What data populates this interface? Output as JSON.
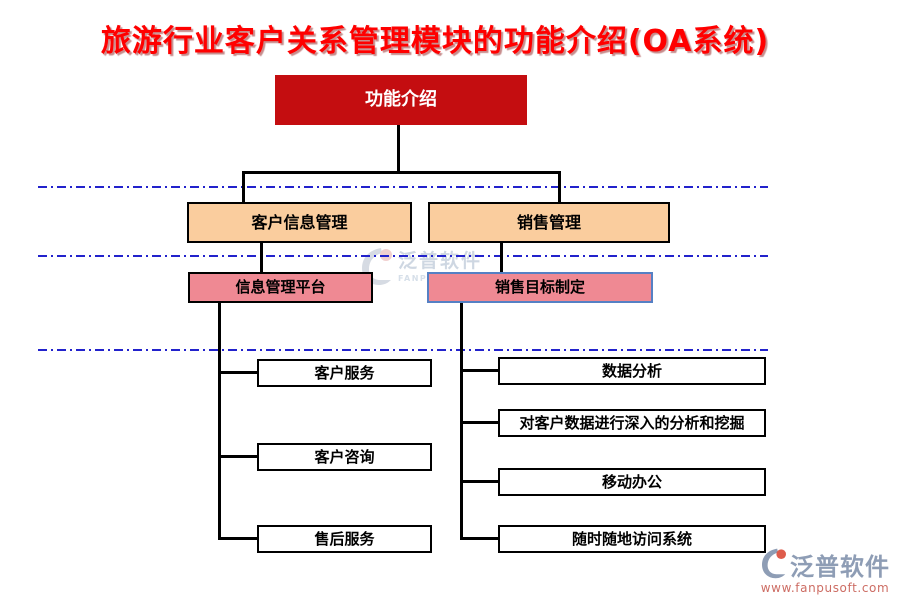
{
  "title": "旅游行业客户关系管理模块的功能介绍(OA系统)",
  "tree": {
    "root": {
      "label": "功能介绍"
    },
    "branches": [
      {
        "label": "客户信息管理",
        "platform": "信息管理平台",
        "children": [
          "客户服务",
          "客户咨询",
          "售后服务"
        ]
      },
      {
        "label": "销售管理",
        "platform": "销售目标制定",
        "children": [
          "数据分析",
          "对客户数据进行深入的分析和挖掘",
          "移动办公",
          "随时随地访问系统"
        ]
      }
    ]
  },
  "watermarks": {
    "center": {
      "brand": "泛普软件",
      "subtitle": "FANPU SOFTWARE"
    },
    "footer": {
      "brand": "泛普软件",
      "url": "www.fanpusoft.com"
    }
  },
  "colors": {
    "title_red": "#FF0000",
    "root_box_red": "#C40D10",
    "branch_orange": "#FACD9E",
    "platform_pink": "#EF8993",
    "platform_blue_border": "#5580C4",
    "divider_blue": "#2222CC",
    "connector_black": "#000000",
    "watermark_gray_blue": "#8E9DB5",
    "watermark_url_red": "#CD6D64"
  }
}
